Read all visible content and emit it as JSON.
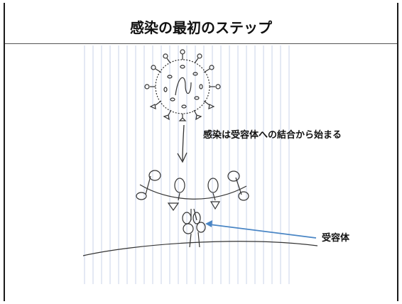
{
  "slide": {
    "title": "感染の最初のステップ",
    "caption": "感染は受容体への結合から始まる",
    "receptor_label": "受容体"
  },
  "colors": {
    "pointer": "#4a86c5",
    "ink": "#333333",
    "paper_lines": "#c9d3ea"
  }
}
